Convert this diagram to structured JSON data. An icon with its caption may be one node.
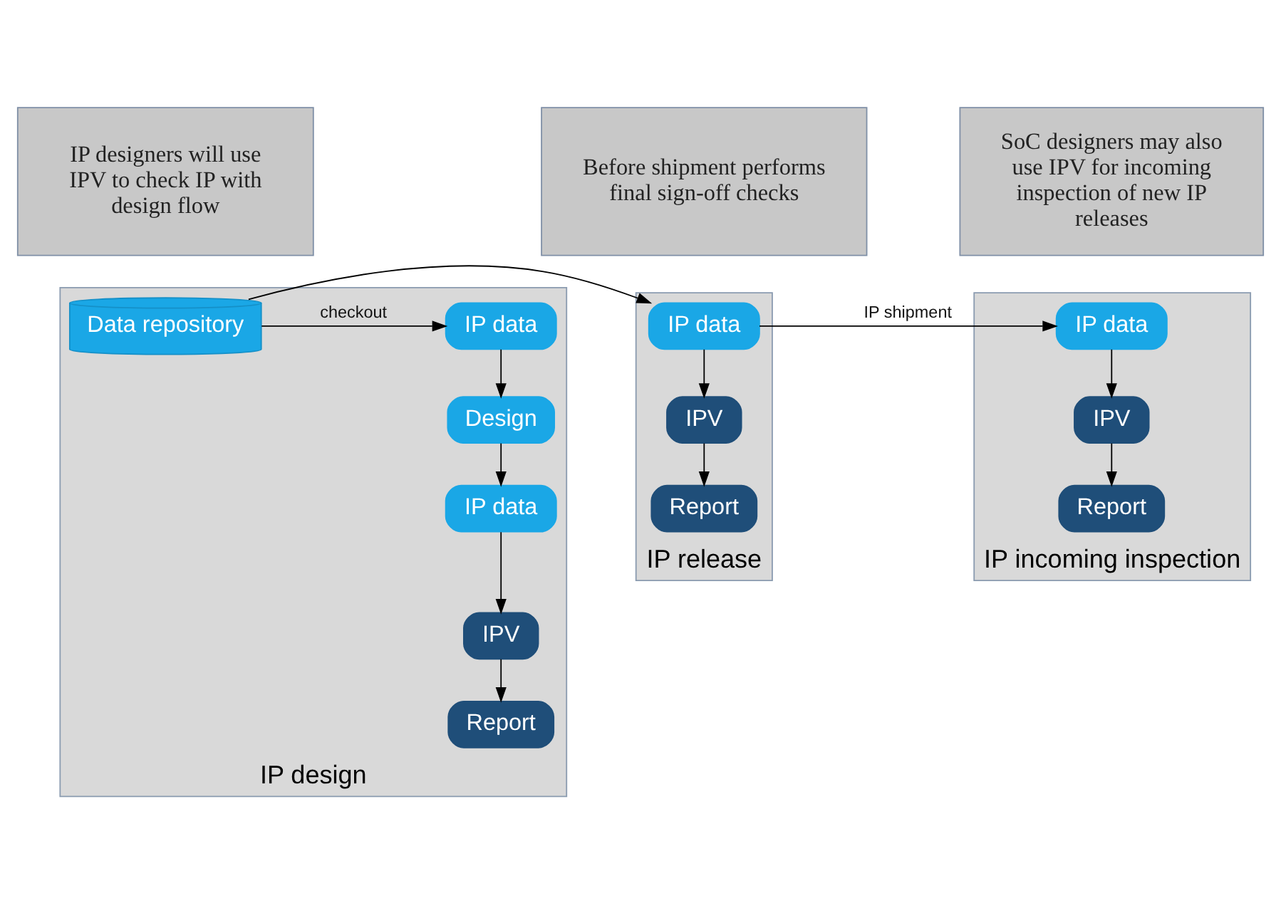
{
  "diagram": {
    "nodes": [
      {
        "text": [
          "IP designers will use IPV to check IP with design flow"
        ]
      },
      {
        "text": [
          "Before shipment performs final sign-off checks"
        ]
      },
      {
        "text": [
          "SoC designers may also use IPV for incoming inspection of new IP releases"
        ]
      },
      {
        "text": [
          "IP design"
        ]
      },
      {
        "text": [
          "Data repository"
        ],
        "in": 3
      },
      {
        "text": [
          "IP data"
        ],
        "in": 3
      },
      {
        "text": [
          "Design"
        ],
        "in": 3
      },
      {
        "text": [
          "IP data"
        ],
        "in": 3
      },
      {
        "text": [
          "IPV"
        ],
        "in": 3
      },
      {
        "text": [
          "Report"
        ],
        "in": 3
      },
      {
        "text": [
          "IP release"
        ]
      },
      {
        "text": [
          "IP data"
        ],
        "in": 10
      },
      {
        "text": [
          "IPV"
        ],
        "in": 10
      },
      {
        "text": [
          "Report"
        ],
        "in": 10
      },
      {
        "text": [
          "IP incoming inspection"
        ]
      },
      {
        "text": [
          "IP data"
        ],
        "in": 14
      },
      {
        "text": [
          "IPV"
        ],
        "in": 14
      },
      {
        "text": [
          "Report"
        ],
        "in": 14
      }
    ],
    "edges": [
      {
        "from": 4,
        "to": 5,
        "arrow": "to",
        "label": "checkout"
      },
      {
        "from": 5,
        "to": 6,
        "arrow": "to"
      },
      {
        "from": 6,
        "to": 7,
        "arrow": "to"
      },
      {
        "from": 7,
        "to": 8,
        "arrow": "to"
      },
      {
        "from": 8,
        "to": 9,
        "arrow": "to"
      },
      {
        "from": 4,
        "to": 11,
        "arrow": "to"
      },
      {
        "from": 11,
        "to": 12,
        "arrow": "to"
      },
      {
        "from": 12,
        "to": 13,
        "arrow": "to"
      },
      {
        "from": 11,
        "to": 15,
        "arrow": "to",
        "label": "IP shipment"
      },
      {
        "from": 15,
        "to": 16,
        "arrow": "to"
      },
      {
        "from": 16,
        "to": 17,
        "arrow": "to"
      }
    ]
  }
}
